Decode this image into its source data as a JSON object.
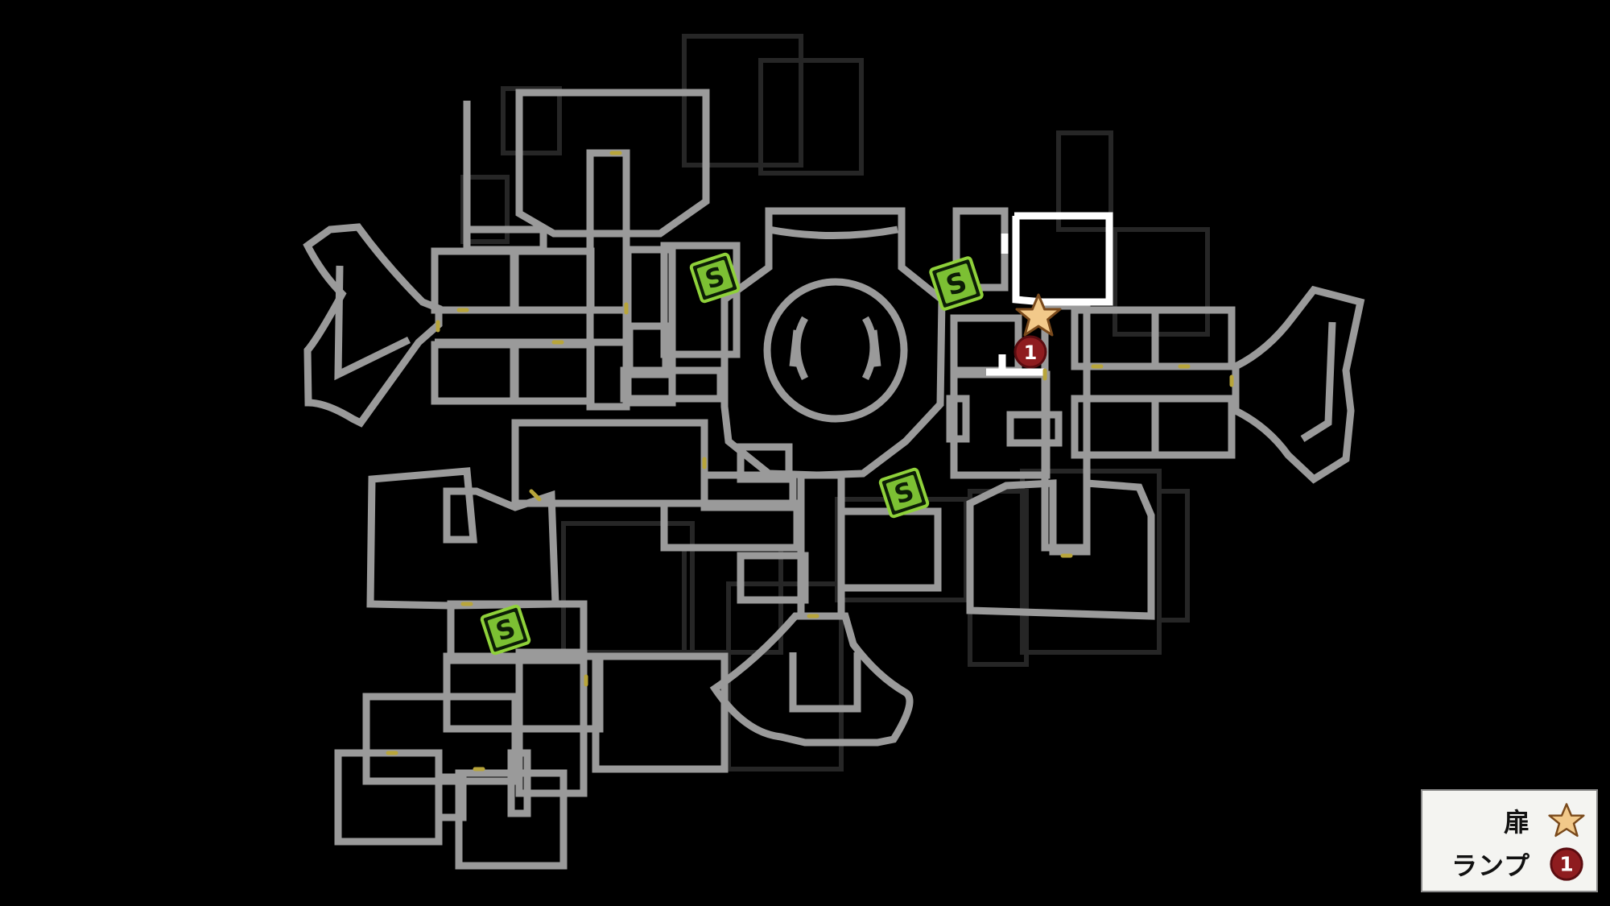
{
  "map": {
    "save_marker_letter": "S",
    "lamp_marker_number": "1",
    "colors": {
      "background": "#000000",
      "wall": "#9a9a9a",
      "faint_wall": "#262626",
      "highlight_wall": "#ffffff",
      "save_green": "#8fd13a",
      "door_star": "#f2c98a",
      "lamp_red": "#8e1c1f",
      "door_gap": "#b8a53a"
    },
    "markers": [
      {
        "kind": "save-point",
        "icon": "save-s-icon"
      },
      {
        "kind": "save-point",
        "icon": "save-s-icon"
      },
      {
        "kind": "save-point",
        "icon": "save-s-icon"
      },
      {
        "kind": "save-point",
        "icon": "save-s-icon"
      },
      {
        "kind": "door",
        "icon": "star-icon"
      },
      {
        "kind": "lamp",
        "icon": "lamp-number-icon"
      }
    ]
  },
  "legend": {
    "door_label": "扉",
    "door_icon": "star-icon",
    "lamp_label": "ランプ",
    "lamp_icon": "lamp-number-icon",
    "lamp_number": "1"
  }
}
